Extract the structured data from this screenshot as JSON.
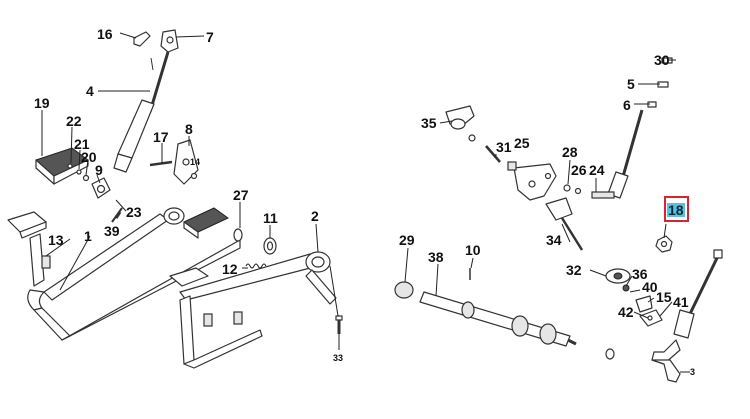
{
  "diagram": {
    "highlight_color": "#d9232e",
    "label_highlight_color": "#5bc0de",
    "callouts": [
      {
        "id": "16",
        "text": "16"
      },
      {
        "id": "7",
        "text": "7"
      },
      {
        "id": "4",
        "text": "4"
      },
      {
        "id": "19",
        "text": "19"
      },
      {
        "id": "22",
        "text": "22"
      },
      {
        "id": "21",
        "text": "21"
      },
      {
        "id": "20",
        "text": "20"
      },
      {
        "id": "9",
        "text": "9"
      },
      {
        "id": "17",
        "text": "17"
      },
      {
        "id": "8",
        "text": "8"
      },
      {
        "id": "14",
        "text": "14"
      },
      {
        "id": "27",
        "text": "27"
      },
      {
        "id": "23",
        "text": "23"
      },
      {
        "id": "39",
        "text": "39"
      },
      {
        "id": "13",
        "text": "13"
      },
      {
        "id": "1",
        "text": "1"
      },
      {
        "id": "11",
        "text": "11"
      },
      {
        "id": "2",
        "text": "2"
      },
      {
        "id": "12",
        "text": "12"
      },
      {
        "id": "33",
        "text": "33"
      },
      {
        "id": "30",
        "text": "30"
      },
      {
        "id": "5",
        "text": "5"
      },
      {
        "id": "6",
        "text": "6"
      },
      {
        "id": "35",
        "text": "35"
      },
      {
        "id": "31",
        "text": "31"
      },
      {
        "id": "25",
        "text": "25"
      },
      {
        "id": "28",
        "text": "28"
      },
      {
        "id": "26",
        "text": "26"
      },
      {
        "id": "24",
        "text": "24"
      },
      {
        "id": "18",
        "text": "18"
      },
      {
        "id": "34",
        "text": "34"
      },
      {
        "id": "29",
        "text": "29"
      },
      {
        "id": "10",
        "text": "10"
      },
      {
        "id": "38",
        "text": "38"
      },
      {
        "id": "32",
        "text": "32"
      },
      {
        "id": "36",
        "text": "36"
      },
      {
        "id": "40",
        "text": "40"
      },
      {
        "id": "15",
        "text": "15"
      },
      {
        "id": "41",
        "text": "41"
      },
      {
        "id": "42",
        "text": "42"
      },
      {
        "id": "3",
        "text": "3"
      }
    ]
  }
}
